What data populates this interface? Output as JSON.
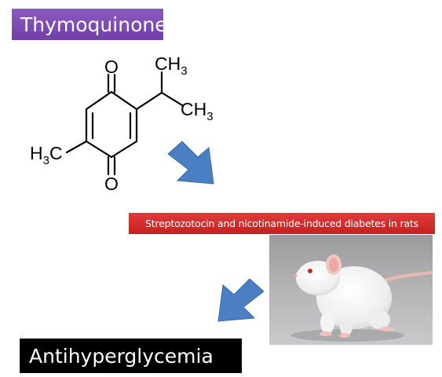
{
  "title": "Thymoquinone",
  "molecule": {
    "oxygen_top": "O",
    "oxygen_bottom": "O",
    "ch3_top": "CH",
    "ch3_top_sub": "3",
    "ch3_right": "CH",
    "ch3_right_sub": "3",
    "methyl_left_h": "H",
    "methyl_left_sub": "3",
    "methyl_left_c": "C"
  },
  "banner": "Streptozotocin and nicotinamide-induced diabetes in rats",
  "result": "Antihyperglycemia",
  "colors": {
    "title_bg": "#7a49b3",
    "banner_bg": "#d42b2b",
    "arrow": "#4a7fc4",
    "result_bg": "#000000"
  }
}
